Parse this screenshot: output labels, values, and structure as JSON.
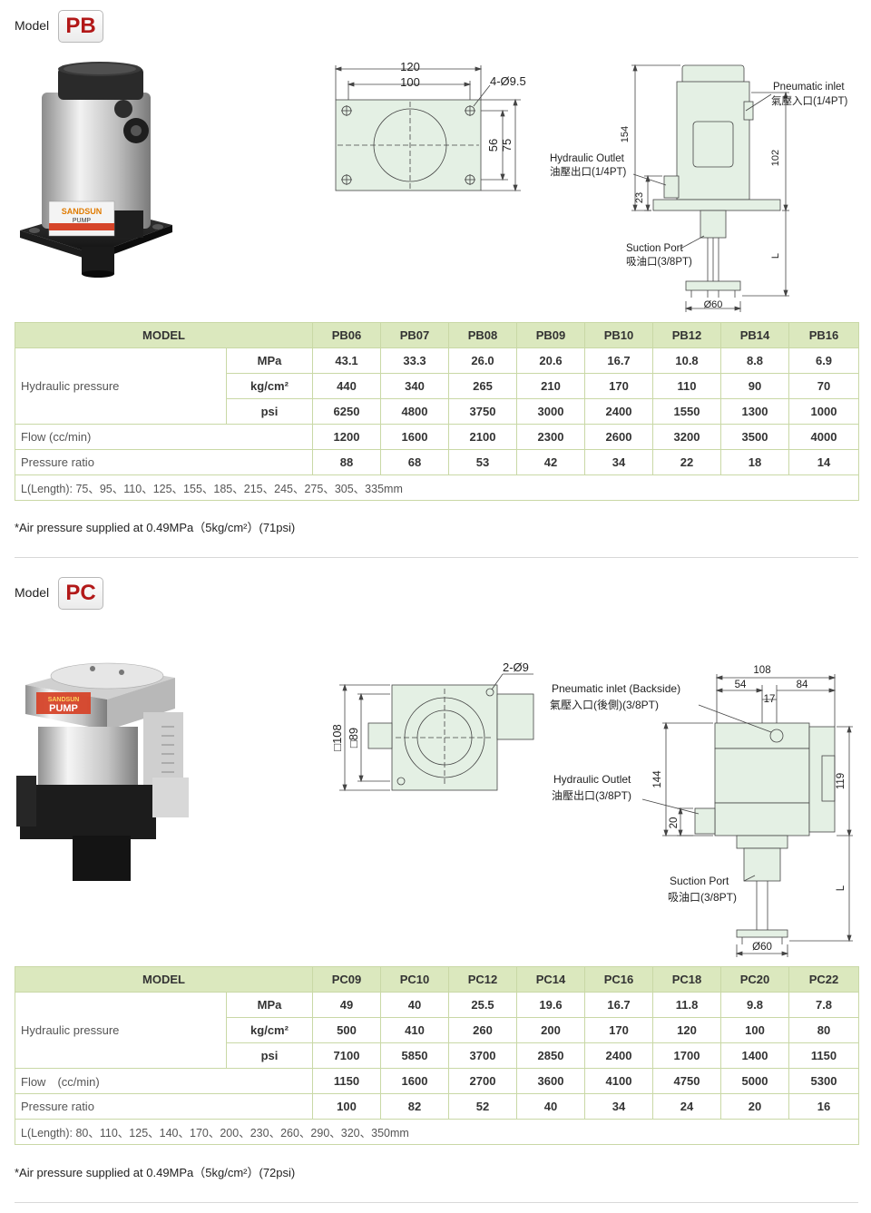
{
  "pb": {
    "model_label": "Model",
    "model_code": "PB",
    "drawing_top": {
      "dim_120": "120",
      "dim_100": "100",
      "holes": "4-Ø9.5",
      "dim_56": "56",
      "dim_75": "75"
    },
    "drawing_side": {
      "pneumatic_en": "Pneumatic inlet",
      "pneumatic_cn": "氣壓入口(1/4PT)",
      "hydraulic_en": "Hydraulic Outlet",
      "hydraulic_cn": "油壓出口(1/4PT)",
      "suction_en": "Suction Port",
      "suction_cn": "吸油口(3/8PT)",
      "dim_154": "154",
      "dim_102": "102",
      "dim_23": "23",
      "dim_L": "L",
      "dim_60": "Ø60"
    },
    "table": {
      "header_model": "MODEL",
      "models": [
        "PB06",
        "PB07",
        "PB08",
        "PB09",
        "PB10",
        "PB12",
        "PB14",
        "PB16"
      ],
      "hydraulic_label": "Hydraulic pressure",
      "units": [
        "MPa",
        "kg/cm²",
        "psi"
      ],
      "mpa": [
        "43.1",
        "33.3",
        "26.0",
        "20.6",
        "16.7",
        "10.8",
        "8.8",
        "6.9"
      ],
      "kgcm2": [
        "440",
        "340",
        "265",
        "210",
        "170",
        "110",
        "90",
        "70"
      ],
      "psi": [
        "6250",
        "4800",
        "3750",
        "3000",
        "2400",
        "1550",
        "1300",
        "1000"
      ],
      "flow_label": "Flow (cc/min)",
      "flow": [
        "1200",
        "1600",
        "2100",
        "2300",
        "2600",
        "3200",
        "3500",
        "4000"
      ],
      "ratio_label": "Pressure ratio",
      "ratio": [
        "88",
        "68",
        "53",
        "42",
        "34",
        "22",
        "18",
        "14"
      ],
      "length": "L(Length): 75、95、110、125、155、185、215、245、275、305、335mm"
    },
    "note": "*Air pressure supplied at 0.49MPa（5kg/cm²）(71psi)"
  },
  "pc": {
    "model_label": "Model",
    "model_code": "PC",
    "drawing_top": {
      "holes": "2-Ø9",
      "dim_108": "□108",
      "dim_89": "□89"
    },
    "drawing_side": {
      "pneumatic_en": "Pneumatic inlet (Backside)",
      "pneumatic_cn": "氣壓入口(後側)(3/8PT)",
      "hydraulic_en": "Hydraulic Outlet",
      "hydraulic_cn": "油壓出口(3/8PT)",
      "suction_en": "Suction Port",
      "suction_cn": "吸油口(3/8PT)",
      "dim_108": "108",
      "dim_54": "54",
      "dim_84": "84",
      "dim_17": "17",
      "dim_144": "144",
      "dim_119": "119",
      "dim_20": "20",
      "dim_L": "L",
      "dim_60": "Ø60"
    },
    "table": {
      "header_model": "MODEL",
      "models": [
        "PC09",
        "PC10",
        "PC12",
        "PC14",
        "PC16",
        "PC18",
        "PC20",
        "PC22"
      ],
      "hydraulic_label": "Hydraulic pressure",
      "units": [
        "MPa",
        "kg/cm²",
        "psi"
      ],
      "mpa": [
        "49",
        "40",
        "25.5",
        "19.6",
        "16.7",
        "11.8",
        "9.8",
        "7.8"
      ],
      "kgcm2": [
        "500",
        "410",
        "260",
        "200",
        "170",
        "120",
        "100",
        "80"
      ],
      "psi": [
        "7100",
        "5850",
        "3700",
        "2850",
        "2400",
        "1700",
        "1400",
        "1150"
      ],
      "flow_label": "Flow　(cc/min)",
      "flow": [
        "1150",
        "1600",
        "2700",
        "3600",
        "4100",
        "4750",
        "5000",
        "5300"
      ],
      "ratio_label": "Pressure ratio",
      "ratio": [
        "100",
        "82",
        "52",
        "40",
        "34",
        "24",
        "20",
        "16"
      ],
      "length": "L(Length): 80、110、125、140、170、200、230、260、290、320、350mm"
    },
    "note": "*Air pressure supplied at 0.49MPa（5kg/cm²）(72psi)"
  },
  "photos": {
    "pb_brand": "SANDSUN",
    "pb_label": "PUMP",
    "pc_brand": "SANDSUN",
    "pc_label": "PUMP"
  },
  "colors": {
    "header_bg": "#dbe8be",
    "border": "#c9d8a6",
    "badge_text": "#b21818",
    "drawing_fill": "#e4f0e4"
  }
}
